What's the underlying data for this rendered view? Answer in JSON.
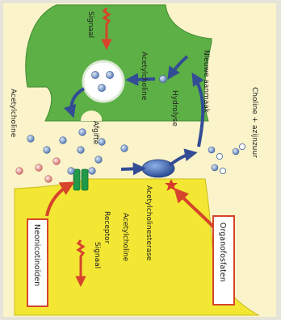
{
  "labels": {
    "choline_azijnzuur": "Choline + azijnzuur",
    "nieuwe_aanmaak": "Nieuwe aanmaak",
    "acetylcholine_top": "Acetylcholine",
    "signaal_top": "Signaal",
    "hydrolyse": "Hydrolyse",
    "afgifte": "Afgifte",
    "acetylcholine_left": "Acetylcholine",
    "acetylcholinesterase": "Acetylcholinesterase",
    "receptor": "Receptor",
    "acetylcholine_bottom": "Acetylcholine",
    "signaal_bottom": "Signaal",
    "organofosfaten": "Organofosfaten",
    "neonicotinoiden": "Neonicotinoïden"
  },
  "colors": {
    "background": "#fbf3c9",
    "presynaptic": "#5cb045",
    "postsynaptic": "#f4e734",
    "receptor": "#219a47",
    "molecule_blue": "#6b8fc2",
    "molecule_red": "#e8a7a4",
    "arrow_blue": "#334c96",
    "arrow_red": "#d6452b",
    "enzyme": "#2f5aa8"
  }
}
